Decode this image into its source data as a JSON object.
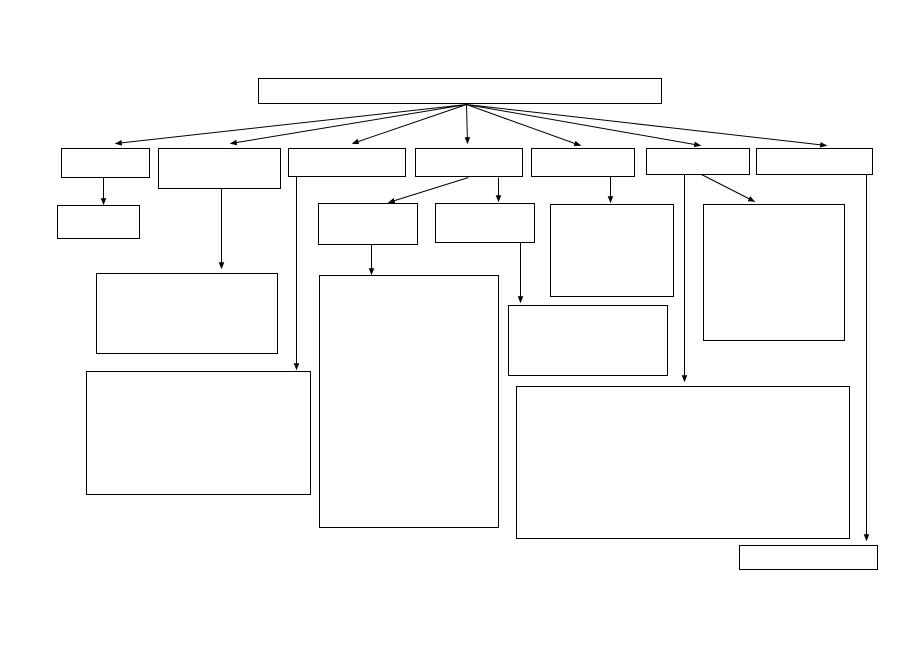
{
  "diagram": {
    "type": "tree",
    "direction": "top-down",
    "style": {
      "stroke_color": "#000000",
      "fill_color": "#ffffff",
      "background": "#ffffff"
    },
    "nodes": [
      {
        "id": "root",
        "label": ""
      },
      {
        "id": "n1",
        "label": ""
      },
      {
        "id": "n2",
        "label": ""
      },
      {
        "id": "n3",
        "label": ""
      },
      {
        "id": "n4",
        "label": ""
      },
      {
        "id": "n5",
        "label": ""
      },
      {
        "id": "n6",
        "label": ""
      },
      {
        "id": "n7",
        "label": ""
      },
      {
        "id": "n1a",
        "label": ""
      },
      {
        "id": "n2a",
        "label": ""
      },
      {
        "id": "n3a",
        "label": ""
      },
      {
        "id": "n4a",
        "label": ""
      },
      {
        "id": "n4b",
        "label": ""
      },
      {
        "id": "n4a1",
        "label": ""
      },
      {
        "id": "n4b1",
        "label": ""
      },
      {
        "id": "n5a",
        "label": ""
      },
      {
        "id": "n6a",
        "label": ""
      },
      {
        "id": "n6b",
        "label": ""
      },
      {
        "id": "n7a",
        "label": ""
      }
    ],
    "edges": [
      {
        "from": "root",
        "to": "n1"
      },
      {
        "from": "root",
        "to": "n2"
      },
      {
        "from": "root",
        "to": "n3"
      },
      {
        "from": "root",
        "to": "n4"
      },
      {
        "from": "root",
        "to": "n5"
      },
      {
        "from": "root",
        "to": "n6"
      },
      {
        "from": "root",
        "to": "n7"
      },
      {
        "from": "n1",
        "to": "n1a"
      },
      {
        "from": "n2",
        "to": "n2a"
      },
      {
        "from": "n3",
        "to": "n3a"
      },
      {
        "from": "n4",
        "to": "n4a"
      },
      {
        "from": "n4",
        "to": "n4b"
      },
      {
        "from": "n4a",
        "to": "n4a1"
      },
      {
        "from": "n4b",
        "to": "n4b1"
      },
      {
        "from": "n5",
        "to": "n5a"
      },
      {
        "from": "n6",
        "to": "n6a"
      },
      {
        "from": "n6",
        "to": "n6b"
      },
      {
        "from": "n7",
        "to": "n7a"
      }
    ]
  }
}
